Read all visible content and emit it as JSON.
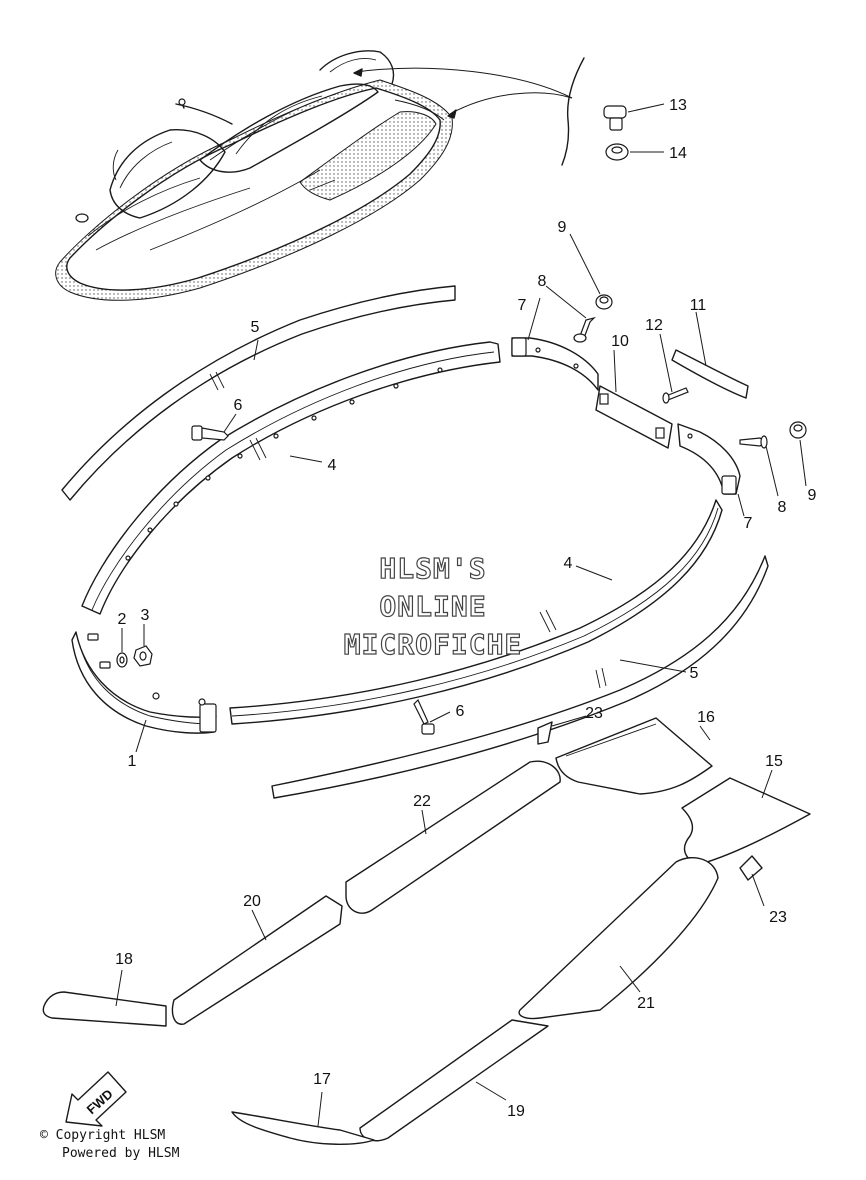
{
  "watermark": {
    "line1": "HLSM'S",
    "line2": "ONLINE",
    "line3": "MICROFICHE",
    "color": "#ffffff",
    "outline_color": "#444444"
  },
  "callouts": {
    "c1": "1",
    "c2": "2",
    "c3": "3",
    "c4a": "4",
    "c4b": "4",
    "c5a": "5",
    "c5b": "5",
    "c6a": "6",
    "c6b": "6",
    "c7a": "7",
    "c7b": "7",
    "c8a": "8",
    "c8b": "8",
    "c9a": "9",
    "c9b": "9",
    "c10": "10",
    "c11": "11",
    "c12": "12",
    "c13": "13",
    "c14": "14",
    "c15": "15",
    "c16": "16",
    "c17": "17",
    "c18": "18",
    "c19": "19",
    "c20": "20",
    "c21": "21",
    "c22": "22",
    "c23a": "23",
    "c23b": "23"
  },
  "fwd_arrow_label": "FWD",
  "copyright": "© Copyright HLSM",
  "powered_by": "Powered by HLSM",
  "icons": [
    "fwd-arrow-icon"
  ]
}
